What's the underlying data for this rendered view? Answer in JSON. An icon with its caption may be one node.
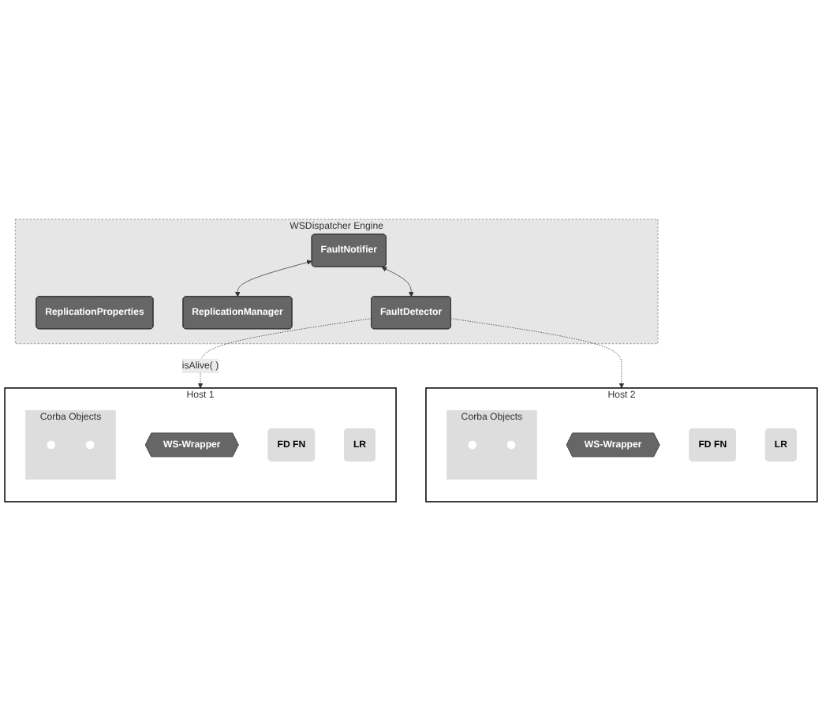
{
  "diagram": {
    "nodes": [
      {
        "text": [
          "WSDispatcher Engine"
        ]
      },
      {
        "text": [
          "ReplicationProperties"
        ],
        "in": 0
      },
      {
        "text": [
          "FaultNotifier"
        ],
        "in": 0
      },
      {
        "text": [
          "ReplicationManager"
        ],
        "in": 0
      },
      {
        "text": [
          "FaultDetector"
        ],
        "in": 0
      },
      {
        "text": [
          "Host 1"
        ]
      },
      {
        "text": [
          "WS-Wrapper"
        ],
        "in": 5
      },
      {
        "text": [
          "Corba Objects"
        ],
        "in": 5
      },
      {
        "text": [],
        "shape": "circle",
        "in": 7
      },
      {
        "text": [],
        "shape": "circle",
        "in": 7
      },
      {
        "text": [
          "FD FN"
        ],
        "in": 5
      },
      {
        "text": [
          "LR"
        ],
        "in": 5
      },
      {
        "text": [
          "Host 2"
        ]
      },
      {
        "text": [
          "WS-Wrapper"
        ],
        "in": 12
      },
      {
        "text": [
          "Corba Objects"
        ],
        "in": 12
      },
      {
        "text": [],
        "shape": "circle",
        "in": 14
      },
      {
        "text": [],
        "shape": "circle",
        "in": 14
      },
      {
        "text": [
          "FD FN"
        ],
        "in": 12
      },
      {
        "text": [
          "LR"
        ],
        "in": 12
      }
    ],
    "edges": [
      {
        "from": 2,
        "to": 3,
        "arrow": "both"
      },
      {
        "from": 2,
        "to": 4,
        "arrow": "both"
      },
      {
        "from": 4,
        "to": 5,
        "arrow": "to",
        "label": "isAlive( )",
        "style": "dashed"
      },
      {
        "from": 4,
        "to": 12,
        "arrow": "to",
        "style": "dashed"
      }
    ]
  }
}
